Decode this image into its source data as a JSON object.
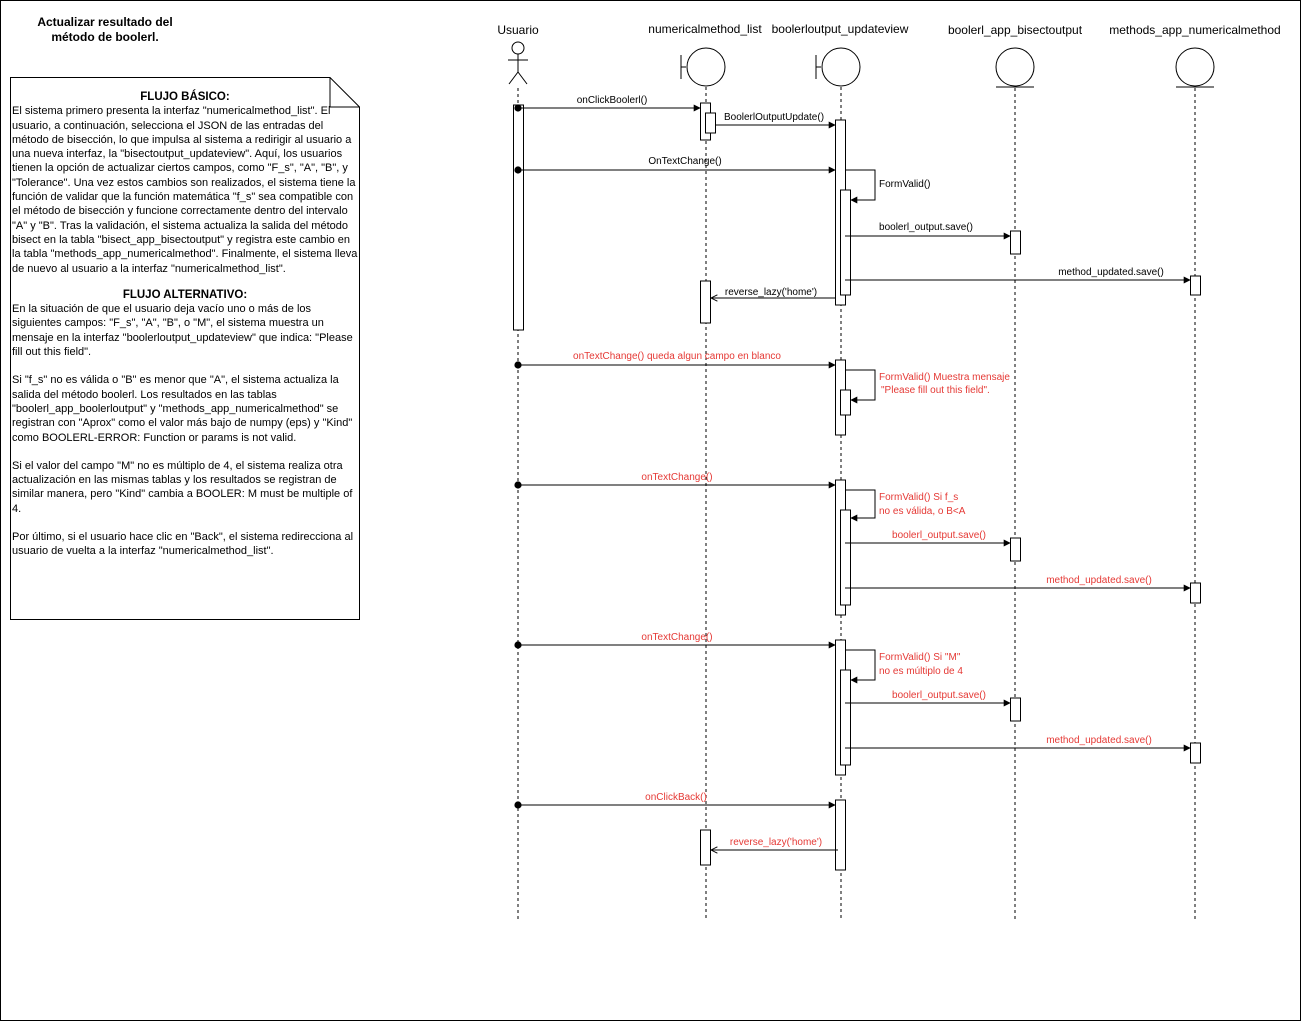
{
  "title": "Actualizar resultado del\nmétodo de boolerl.",
  "note": {
    "basic_heading": "FLUJO BÁSICO:",
    "basic_text": "El sistema primero presenta la interfaz \"numericalmethod_list\". El usuario, a continuación, selecciona el JSON de las entradas del método de bisección, lo que impulsa al sistema a redirigir al usuario a una nueva interfaz, la \"bisectoutput_updateview\". Aquí, los usuarios tienen la opción de actualizar ciertos campos, como \"F_s\", \"A\", \"B\", y \"Tolerance\". Una vez estos cambios son realizados, el sistema tiene la función de validar que la función matemática \"f_s\" sea compatible con el método de bisección y funcione correctamente dentro del intervalo \"A\" y \"B\". Tras la validación, el sistema actualiza la salida del método bisect en la tabla \"bisect_app_bisectoutput\" y registra este cambio en la tabla \"methods_app_numericalmethod\". Finalmente, el sistema lleva de nuevo al usuario a la interfaz \"numericalmethod_list\".",
    "alt_heading": "FLUJO ALTERNATIVO:",
    "alt_p1": "En la situación de que el usuario deja vacío uno o más de los siguientes campos: \"F_s\", \"A\", \"B\", o \"M\", el sistema muestra un mensaje en la interfaz \"boolerloutput_updateview\" que indica: \"Please fill out this field\".",
    "alt_p2": "Si \"f_s\" no es válida o \"B\" es menor que \"A\", el sistema actualiza la salida del método boolerl. Los resultados en las tablas \"boolerl_app_boolerloutput\" y \"methods_app_numericalmethod\" se registran con \"Aprox\" como el valor más bajo de numpy (eps) y \"Kind\" como BOOLERL-ERROR: Function or params is not valid.",
    "alt_p3": "Si el valor del campo \"M\" no es múltiplo de 4, el sistema realiza otra actualización en las mismas tablas y los resultados se registran de similar manera, pero \"Kind\" cambia a BOOLER: M must be multiple of 4.",
    "alt_p4": "Por último, si el usuario hace clic en \"Back\", el sistema redirecciona al usuario de vuelta a la interfaz \"numericalmethod_list\"."
  },
  "participants": {
    "user": "Usuario",
    "list": "numericalmethod_list",
    "view": "boolerloutput_updateview",
    "bisect": "boolerl_app_bisectoutput",
    "methods": "methods_app_numericalmethod"
  },
  "messages": {
    "m1": "onClickBoolerl()",
    "m2": "BoolerlOutputUpdate()",
    "m3": "OnTextChange()",
    "m4": "FormValid()",
    "m5": "boolerl_output.save()",
    "m6": "method_updated.save()",
    "m7": "reverse_lazy('home')",
    "a1": "onTextChange() queda algun campo en blanco",
    "a2_l1": "FormValid() Muestra mensaje",
    "a2_l2": "\"Please fill out this field\".",
    "b1": "onTextChange()",
    "b2_l1": "FormValid() Si f_s",
    "b2_l2": "no es válida, o B<A",
    "b3": "boolerl_output.save()",
    "b4": "method_updated.save()",
    "c1": "onTextChange()",
    "c2_l1": "FormValid() Si \"M\"",
    "c2_l2": "no es múltiplo de 4",
    "c3": "boolerl_output.save()",
    "c4": "method_updated.save()",
    "d1": "onClickBack()",
    "d2": "reverse_lazy('home')"
  },
  "colors": {
    "alt_text": "#e53935",
    "line": "#000000"
  }
}
